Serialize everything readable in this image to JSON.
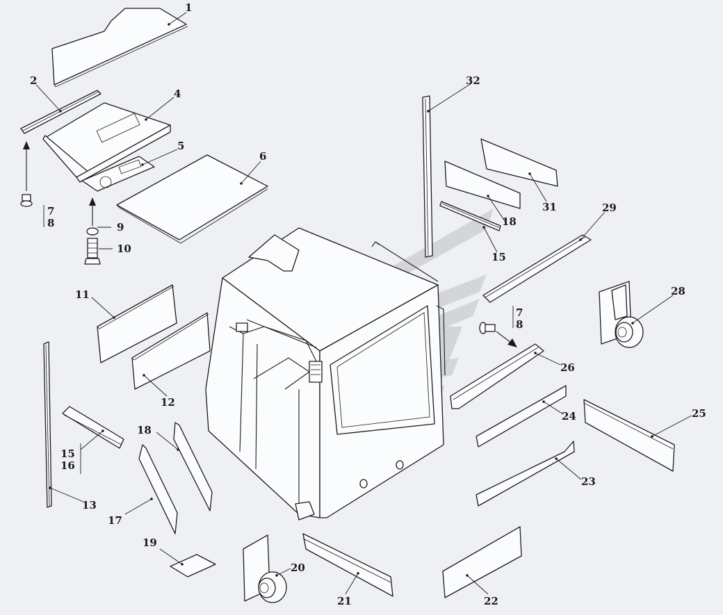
{
  "callouts": [
    {
      "id": "c1",
      "text": "1"
    },
    {
      "id": "c2",
      "text": "2"
    },
    {
      "id": "c4",
      "text": "4"
    },
    {
      "id": "c5",
      "text": "5"
    },
    {
      "id": "c6",
      "text": "6"
    },
    {
      "id": "c7a",
      "text": "7"
    },
    {
      "id": "c8a",
      "text": "8"
    },
    {
      "id": "c9",
      "text": "9"
    },
    {
      "id": "c10",
      "text": "10"
    },
    {
      "id": "c11",
      "text": "11"
    },
    {
      "id": "c12",
      "text": "12"
    },
    {
      "id": "c13",
      "text": "13"
    },
    {
      "id": "c15a",
      "text": "15"
    },
    {
      "id": "c16",
      "text": "16"
    },
    {
      "id": "c17",
      "text": "17"
    },
    {
      "id": "c18a",
      "text": "18"
    },
    {
      "id": "c19",
      "text": "19"
    },
    {
      "id": "c20",
      "text": "20"
    },
    {
      "id": "c21",
      "text": "21"
    },
    {
      "id": "c22",
      "text": "22"
    },
    {
      "id": "c23",
      "text": "23"
    },
    {
      "id": "c24",
      "text": "24"
    },
    {
      "id": "c25",
      "text": "25"
    },
    {
      "id": "c26",
      "text": "26"
    },
    {
      "id": "c7b",
      "text": "7"
    },
    {
      "id": "c8b",
      "text": "8"
    },
    {
      "id": "c28",
      "text": "28"
    },
    {
      "id": "c29",
      "text": "29"
    },
    {
      "id": "c15b",
      "text": "15"
    },
    {
      "id": "c18b",
      "text": "18"
    },
    {
      "id": "c31",
      "text": "31"
    },
    {
      "id": "c32",
      "text": "32"
    }
  ]
}
